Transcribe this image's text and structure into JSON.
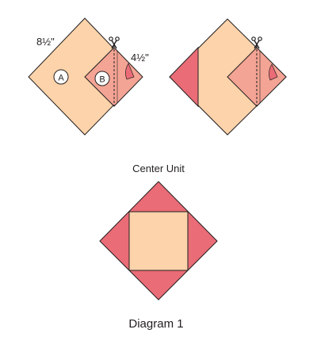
{
  "figure_a": {
    "measurement_large": "8½\"",
    "measurement_small": "4½\"",
    "label_a": "A",
    "label_b": "B"
  },
  "center_unit_title": "Center Unit",
  "caption": "Diagram 1",
  "colors": {
    "light_peach": "#fcd3aa",
    "medium_pink": "#f4a494",
    "deep_pink": "#ea6c76",
    "outline": "#231f20"
  },
  "icons": [
    "scissors-icon",
    "fold-curl-icon"
  ]
}
